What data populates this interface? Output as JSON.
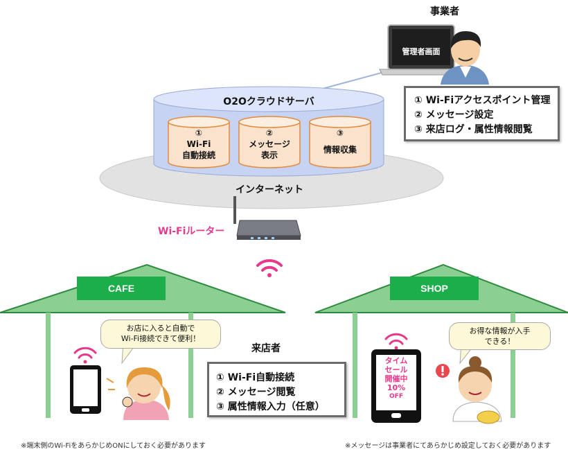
{
  "operator": {
    "title": "事業者",
    "laptop_screen": "管理者画面",
    "features": [
      "① Wi-Fiアクセスポイント管理",
      "② メッセージ設定",
      "③ 来店ログ・属性情報閲覧"
    ]
  },
  "cloud": {
    "title": "O2Oクラウドサーバ",
    "modules": [
      {
        "num": "①",
        "line1": "Wi-Fi",
        "line2": "自動接続"
      },
      {
        "num": "②",
        "line1": "メッセージ",
        "line2": "表示"
      },
      {
        "num": "③",
        "line1": "情報収集",
        "line2": ""
      }
    ]
  },
  "internet_label": "インターネット",
  "router_label": "Wi-Fiルーター",
  "cafe": {
    "sign": "CAFE",
    "bubble_line1": "お店に入ると自動で",
    "bubble_line2": "Wi-Fi接続できて便利！",
    "note": "※端末側のWi-FiをあらかじめONにしておく必要があります"
  },
  "visitor": {
    "title": "来店者",
    "features": [
      "① Wi-Fi自動接続",
      "② メッセージ閲覧",
      "③ 属性情報入力（任意）"
    ]
  },
  "shop": {
    "sign": "SHOP",
    "bubble_line1": "お得な情報が入手",
    "bubble_line2": "できる！",
    "phone_lines": [
      "タイム",
      "セール",
      "開催中",
      "10%",
      "OFF"
    ],
    "note": "※メッセージは事業者にてあらかじめ設定しておく必要があります"
  },
  "colors": {
    "wifi_pink": "#e8388c",
    "store_green": "#1cae4b",
    "cloud_blue": "#c7d3f3",
    "module_orange": "#fbe2cc"
  }
}
